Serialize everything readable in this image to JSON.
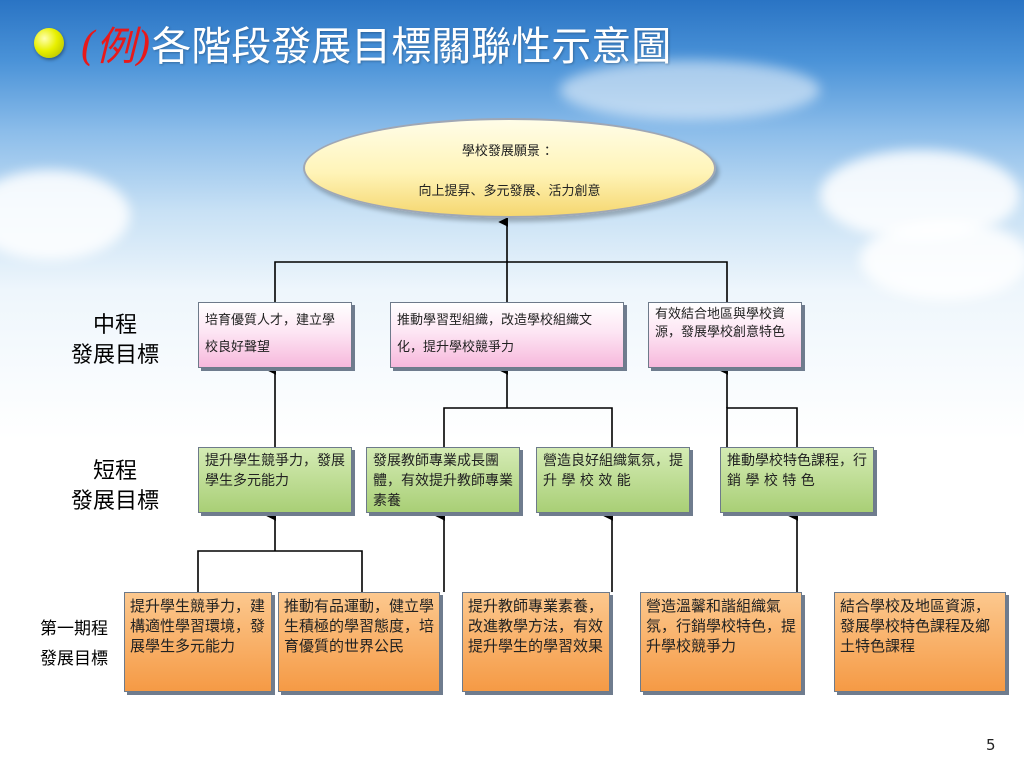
{
  "title": {
    "prefix": "(例)",
    "text": "各階段發展目標關聯性示意圖"
  },
  "vision": {
    "line1": "學校發展願景 ：",
    "line2": "向上提昇、多元發展、活力創意"
  },
  "labels": {
    "mid": "中程\n發展目標",
    "short": "短程\n發展目標",
    "first": "第一期程\n發展目標"
  },
  "mid_goals": [
    "培育優質人才，建立學校良好聲望",
    "推動學習型組織，改造學校組織文化，提升學校競爭力",
    "有效結合地區與學校資源，發展學校創意特色"
  ],
  "short_goals": [
    "提升學生競爭力，發展學生多元能力",
    "發展教師專業成長團體，有效提升教師專業素養",
    "營造良好組織氣氛，提 升 學 校 效 能",
    "推動學校特色課程，行 銷 學 校 特 色"
  ],
  "first_goals": [
    "提升學生競爭力，建構適性學習環境，發展學生多元能力",
    "推動有品運動，健立學生積極的學習態度，培育優質的世界公民",
    "提升教師專業素養，改進教學方法，有效提升學生的學習效果",
    "營造溫馨和諧組織氣氛，行銷學校特色，提升學校競爭力",
    "結合學校及地區資源，發展學校特色課程及鄉土特色課程"
  ],
  "page_number": "5",
  "colors": {
    "title_prefix": "#e8191a",
    "mid_box": "#f7b8dc",
    "short_box": "#a9cf76",
    "first_box": "#f59a45",
    "vision": "#fff4b8"
  }
}
